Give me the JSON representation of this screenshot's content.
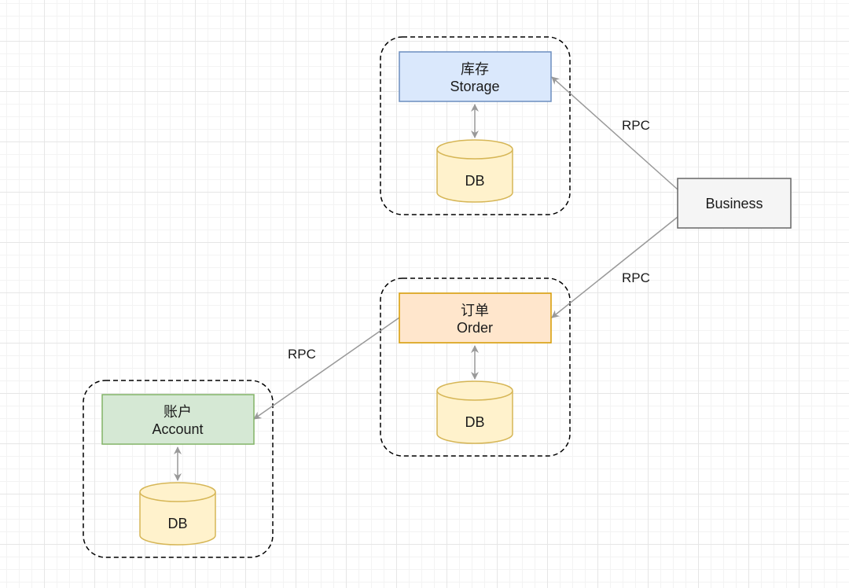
{
  "diagram": {
    "storage": {
      "label_cn": "库存",
      "label_en": "Storage",
      "db": "DB"
    },
    "order": {
      "label_cn": "订单",
      "label_en": "Order",
      "db": "DB"
    },
    "account": {
      "label_cn": "账户",
      "label_en": "Account",
      "db": "DB"
    },
    "business": {
      "label": "Business"
    },
    "edges": {
      "business_to_storage": "RPC",
      "business_to_order": "RPC",
      "order_to_account": "RPC"
    }
  },
  "colors": {
    "storage_fill": "#dae8fc",
    "storage_stroke": "#6c8ebf",
    "order_fill": "#ffe6cc",
    "order_stroke": "#d79b00",
    "account_fill": "#d5e8d4",
    "account_stroke": "#82b366",
    "db_fill": "#fff2cc",
    "db_stroke": "#d6b656",
    "business_fill": "#f5f5f5",
    "business_stroke": "#666666",
    "edge": "#999999"
  }
}
